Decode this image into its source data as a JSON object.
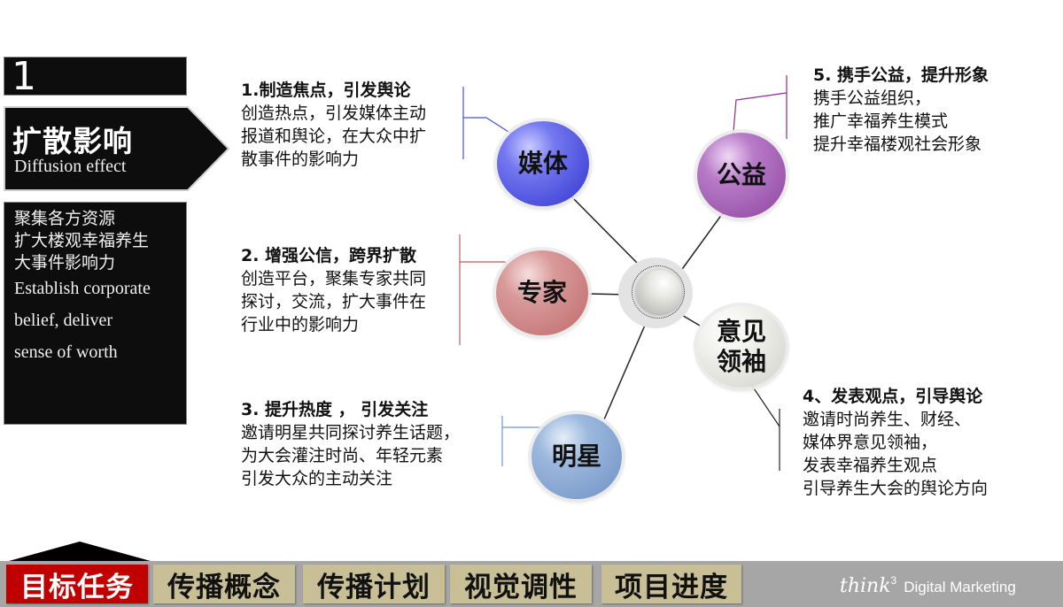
{
  "section": {
    "number": "1",
    "title_cn": "扩散影响",
    "title_en": "Diffusion effect",
    "desc_cn": [
      "聚集各方资源",
      "扩大楼观幸福养生",
      "大事件影响力"
    ],
    "desc_en": [
      "Establish corporate",
      "belief, deliver",
      "sense of worth"
    ]
  },
  "points": [
    {
      "title": "1.制造焦点，引发舆论",
      "lines": [
        "创造热点，引发媒体主动",
        "报道和舆论，在大众中扩",
        "散事件的影响力"
      ]
    },
    {
      "title": "2. 增强公信，跨界扩散",
      "lines": [
        "创造平台，聚集专家共同",
        "探讨，交流，扩大事件在",
        "行业中的影响力"
      ]
    },
    {
      "title": "3.  提升热度  ，  引发关注",
      "lines": [
        "邀请明星共同探讨养生话题，",
        "为大会灌注时尚、年轻元素",
        "引发大众的主动关注"
      ]
    },
    {
      "title": "4、发表观点，引导舆论",
      "lines": [
        "邀请时尚养生、财经、",
        "媒体界意见领袖，",
        "发表幸福养生观点",
        "引导养生大会的舆论方向"
      ]
    },
    {
      "title": "5.  携手公益，提升形象",
      "lines": [
        "携手公益组织，",
        "推广幸福养生模式",
        "提升幸福楼观社会形象"
      ]
    }
  ],
  "bubbles": {
    "media": {
      "label": "媒体",
      "color": "#5a5ee8"
    },
    "charity": {
      "label": "公益",
      "color": "#a45fb5"
    },
    "expert": {
      "label": "专家",
      "color": "#cf8787"
    },
    "opinion": {
      "label_line1": "意见",
      "label_line2": "领袖",
      "color": "#e6e6e2"
    },
    "star": {
      "label": "明星",
      "color": "#88a8d3"
    },
    "center": {
      "label": "",
      "color": "#d8d8d4"
    }
  },
  "nav": {
    "tabs": [
      {
        "label": "目标任务",
        "active": true
      },
      {
        "label": "传播概念",
        "active": false
      },
      {
        "label": "传播计划",
        "active": false
      },
      {
        "label": "视觉调性",
        "active": false
      },
      {
        "label": "项目进度",
        "active": false
      }
    ],
    "active_color": "#c00000",
    "tab_color": "#c8bf97"
  },
  "brand": {
    "logo": "think",
    "superscript": "3",
    "name": "Digital Marketing"
  }
}
